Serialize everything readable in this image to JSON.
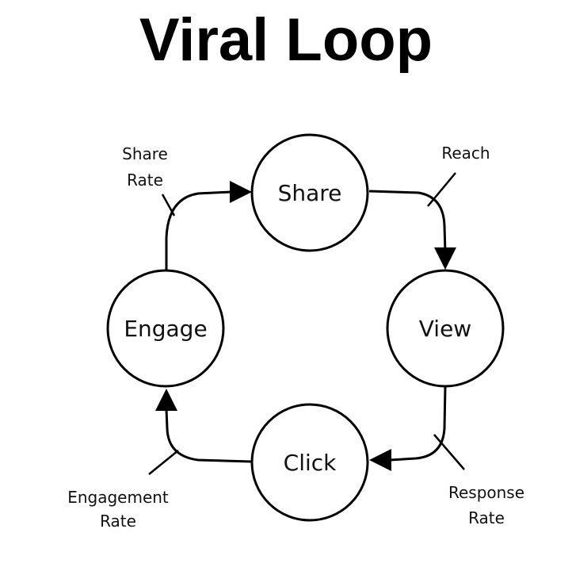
{
  "title": "Viral Loop",
  "colors": {
    "background": "#ffffff",
    "stroke": "#000000",
    "text": "#111111"
  },
  "nodes": [
    {
      "id": "share",
      "label": "Share"
    },
    {
      "id": "view",
      "label": "View"
    },
    {
      "id": "click",
      "label": "Click"
    },
    {
      "id": "engage",
      "label": "Engage"
    }
  ],
  "edges": [
    {
      "from": "share",
      "to": "view",
      "metric": [
        "Reach"
      ]
    },
    {
      "from": "view",
      "to": "click",
      "metric": [
        "Response",
        "Rate"
      ]
    },
    {
      "from": "click",
      "to": "engage",
      "metric": [
        "Engagement",
        "Rate"
      ]
    },
    {
      "from": "engage",
      "to": "share",
      "metric": [
        "Share",
        "Rate"
      ]
    }
  ]
}
